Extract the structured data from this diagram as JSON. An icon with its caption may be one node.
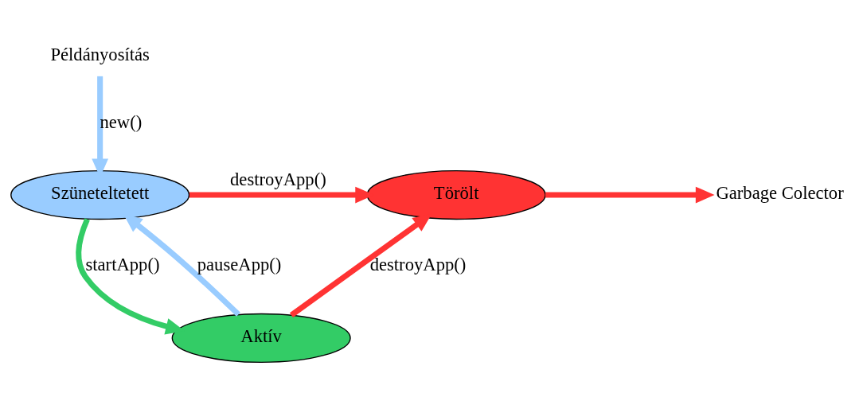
{
  "diagram": {
    "nodes": [
      {
        "text": [
          "Példányosítás"
        ]
      },
      {
        "text": [
          "Szüneteltetett"
        ]
      },
      {
        "text": [
          "Törölt"
        ]
      },
      {
        "text": [
          "Aktív"
        ]
      },
      {
        "text": [
          "Garbage Colector"
        ]
      }
    ],
    "edges": [
      {
        "from": 0,
        "to": 1,
        "arrow": "to",
        "label": "new()",
        "color": "#99ccff"
      },
      {
        "from": 1,
        "to": 2,
        "arrow": "to",
        "label": "destroyApp()",
        "color": "#ff3333"
      },
      {
        "from": 1,
        "to": 3,
        "arrow": "to",
        "label": "startApp()",
        "color": "#33cc66"
      },
      {
        "from": 3,
        "to": 1,
        "arrow": "to",
        "label": "pauseApp()",
        "color": "#99ccff"
      },
      {
        "from": 3,
        "to": 2,
        "arrow": "to",
        "label": "destroyApp()",
        "color": "#ff3333"
      },
      {
        "from": 2,
        "to": 4,
        "arrow": "to",
        "color": "#ff3333"
      }
    ]
  }
}
